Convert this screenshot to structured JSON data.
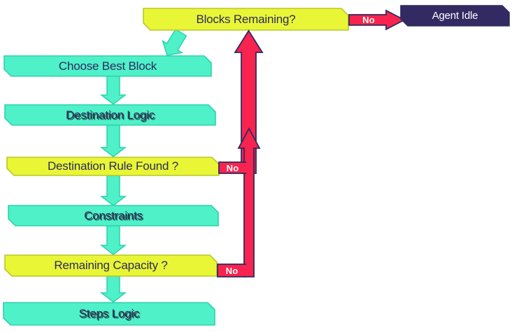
{
  "diagram": {
    "kind": "flowchart",
    "background": "decision boxes yellow, process boxes teal, terminal box dark purple, 'No' branches red"
  },
  "colors": {
    "background": "#ffffff",
    "yellow": "#e9f636",
    "yellow_border": "#b9c72a",
    "cyan": "#4ff1c9",
    "cyan_border": "#2cd3ab",
    "red": "#f8234e",
    "navy": "#2e2c5e",
    "purple": "#332a63",
    "text": "#2d2b5e"
  },
  "nodes": [
    {
      "id": "blocks-remaining",
      "label": "Blocks Remaining?",
      "kind": "decision"
    },
    {
      "id": "agent-idle",
      "label": "Agent Idle",
      "kind": "terminal"
    },
    {
      "id": "choose-best-block",
      "label": "Choose Best Block",
      "kind": "process"
    },
    {
      "id": "destination-logic",
      "label": "Destination Logic",
      "kind": "process"
    },
    {
      "id": "destination-rule-found",
      "label": "Destination Rule Found ?",
      "kind": "decision"
    },
    {
      "id": "constraints",
      "label": "Constraints",
      "kind": "process"
    },
    {
      "id": "remaining-capacity",
      "label": "Remaining Capacity ?",
      "kind": "decision"
    },
    {
      "id": "steps-logic",
      "label": "Steps Logic",
      "kind": "process"
    }
  ],
  "edges": [
    {
      "from": "blocks-remaining",
      "to": "agent-idle",
      "label": "No"
    },
    {
      "from": "blocks-remaining",
      "to": "choose-best-block",
      "label": ""
    },
    {
      "from": "choose-best-block",
      "to": "destination-logic",
      "label": ""
    },
    {
      "from": "destination-logic",
      "to": "destination-rule-found",
      "label": ""
    },
    {
      "from": "destination-rule-found",
      "to": "constraints",
      "label": ""
    },
    {
      "from": "destination-rule-found",
      "to": "blocks-remaining",
      "label": "No"
    },
    {
      "from": "constraints",
      "to": "remaining-capacity",
      "label": ""
    },
    {
      "from": "remaining-capacity",
      "to": "steps-logic",
      "label": ""
    },
    {
      "from": "remaining-capacity",
      "to": "blocks-remaining",
      "label": "No"
    }
  ]
}
